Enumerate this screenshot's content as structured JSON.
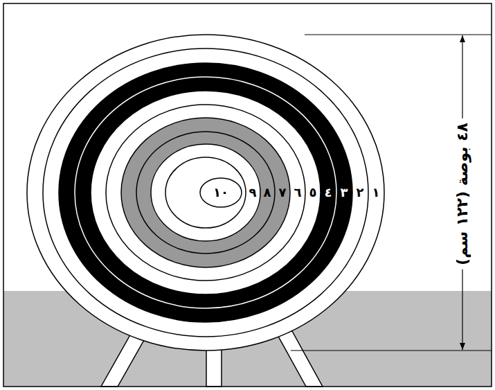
{
  "diagram": {
    "labels": [
      "١",
      "٢",
      "٣",
      "٤",
      "٥",
      "٦",
      "٧",
      "٨",
      "٩",
      "١٠",
      "٤٨ بوصة (١٢٢ سم)"
    ]
  }
}
